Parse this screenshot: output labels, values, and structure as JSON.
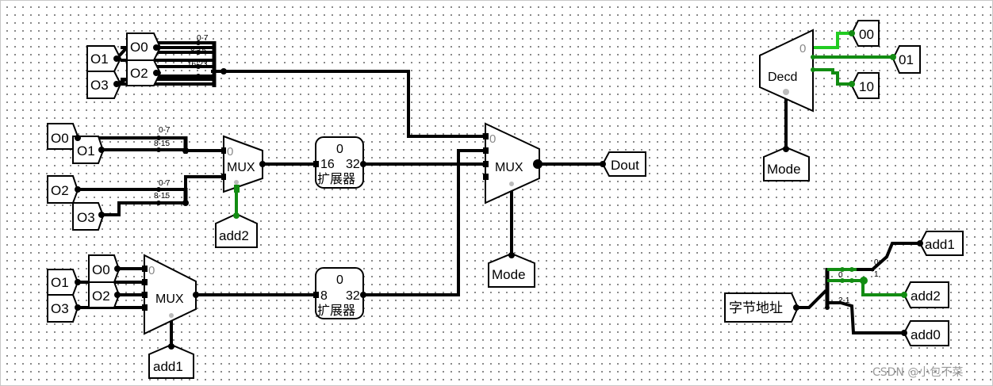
{
  "diagram": {
    "pins": {
      "o0": "O0",
      "o1": "O1",
      "o2": "O2",
      "o3": "O3",
      "dout": "Dout",
      "mode": "Mode",
      "add0": "add0",
      "add1": "add1",
      "add2": "add2",
      "byte_addr": "字节地址",
      "dec00": "00",
      "dec01": "01",
      "dec10": "10"
    },
    "mux_label": "MUX",
    "decoder_label": "Decd",
    "zero": "0",
    "extender": {
      "name": "扩展器",
      "in16": "16",
      "in8": "8",
      "out": "32",
      "sel": "0"
    },
    "splitter_labels": {
      "b0_7": "0-7",
      "b8_15": "8-15",
      "b16_23": "16-23",
      "b24_31": "24-31",
      "s0": "0",
      "s1": "1",
      "s2_1": "2-1"
    },
    "watermark": "CSDN @小包不菜"
  }
}
